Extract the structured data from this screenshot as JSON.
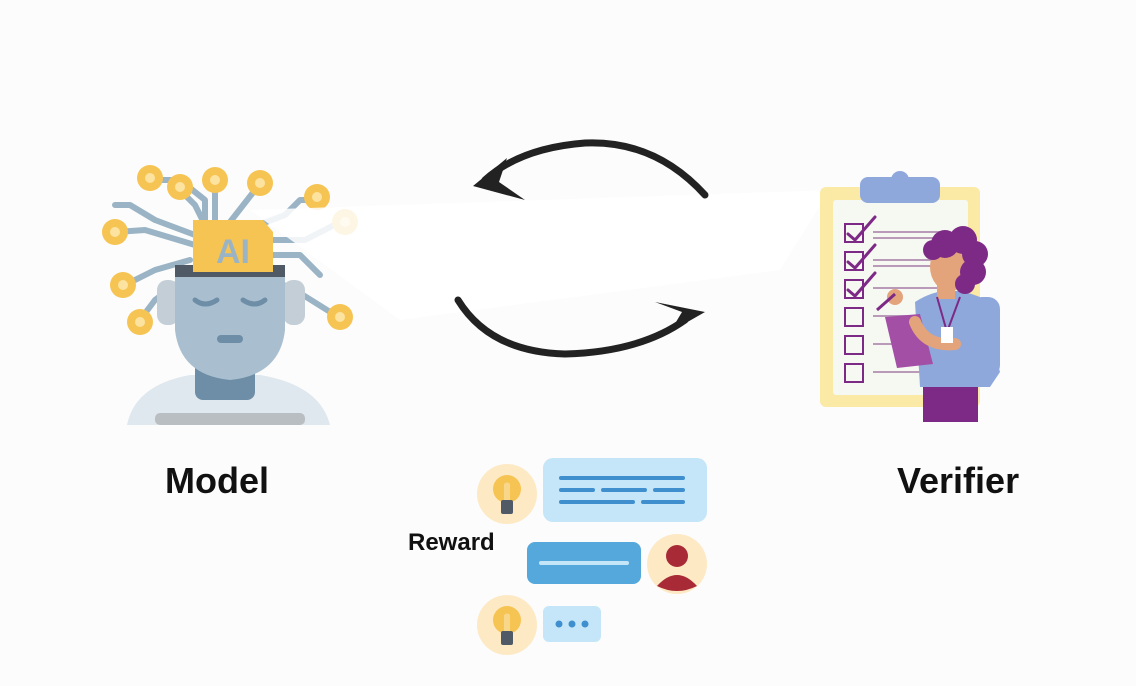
{
  "nodes": {
    "model": {
      "label": "Model",
      "icon": "ai-robot-head-icon",
      "chip_text": "AI"
    },
    "verifier": {
      "label": "Verifier",
      "icon": "clipboard-checklist-person-icon"
    }
  },
  "edges": [
    {
      "from": "verifier",
      "to": "model",
      "style": "curved-arrow"
    },
    {
      "from": "model",
      "to": "verifier",
      "style": "curved-arrow"
    }
  ],
  "reward": {
    "label": "Reward",
    "icons": [
      "lightbulb-icon",
      "chat-bubble-icon",
      "user-avatar-icon",
      "typing-dots-icon"
    ]
  },
  "colors": {
    "arrow": "#222222",
    "bulb": "#f6c453",
    "chip": "#f6c453",
    "robot": "#a9bfcf",
    "bubble_light": "#c5e6f8",
    "bubble_dark": "#55a8dc",
    "clipboard": "#fbe9a6",
    "person_shirt": "#8fa8dc",
    "person_hair": "#7d2a86"
  }
}
